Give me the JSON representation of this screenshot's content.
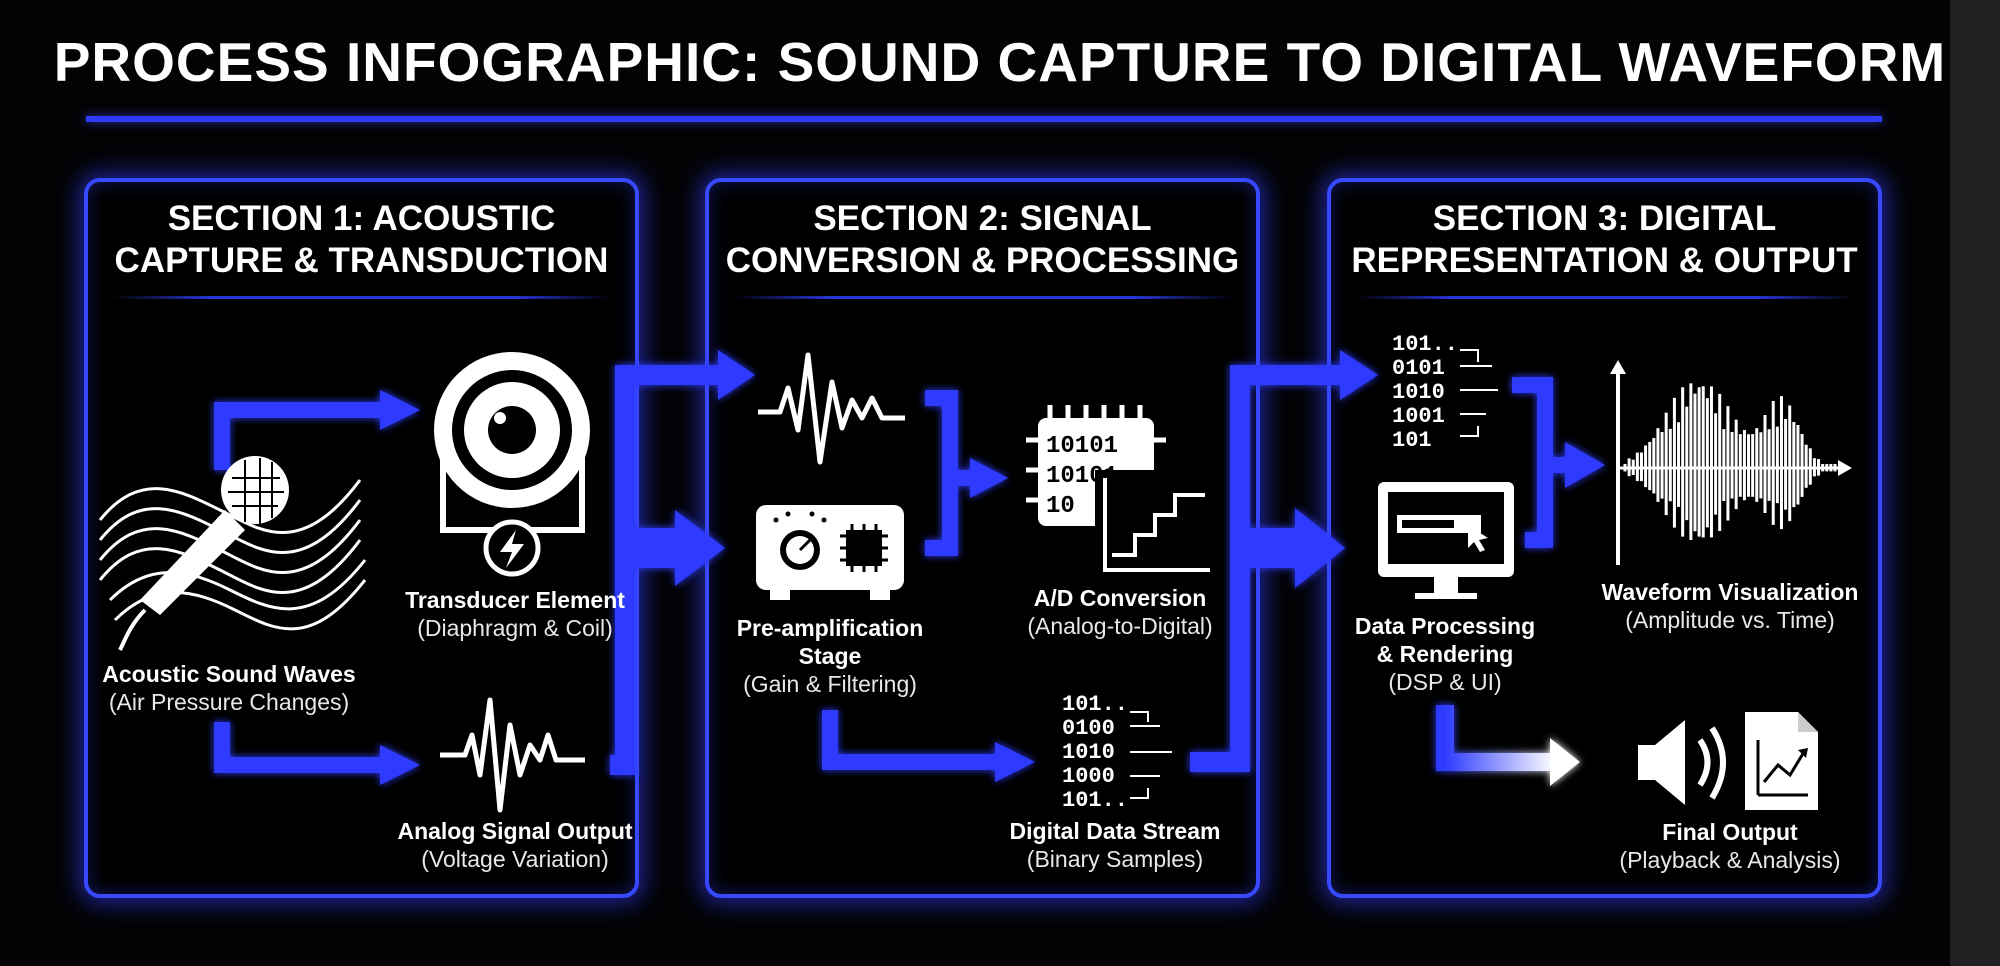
{
  "title": "PROCESS INFOGRAPHIC: SOUND CAPTURE TO DIGITAL WAVEFORM",
  "colors": {
    "accent": "#2d3bff",
    "glow": "#3848ff",
    "background": "#030305",
    "text": "#ffffff"
  },
  "sections": [
    {
      "title_line1": "SECTION 1: ACOUSTIC",
      "title_line2": "CAPTURE & TRANSDUCTION",
      "nodes": {
        "sound_waves": {
          "label": "Acoustic Sound Waves",
          "sub": "(Air Pressure Changes)",
          "icon": "microphone-icon"
        },
        "transducer": {
          "label": "Transducer Element",
          "sub": "(Diaphragm & Coil)",
          "icon": "speaker-transducer-icon"
        },
        "analog_signal": {
          "label": "Analog Signal Output",
          "sub": "(Voltage Variation)",
          "icon": "signal-wave-icon"
        }
      }
    },
    {
      "title_line1": "SECTION 2: SIGNAL",
      "title_line2": "CONVERSION & PROCESSING",
      "nodes": {
        "preamp": {
          "label_line1": "Pre-amplification",
          "label_line2": "Stage",
          "sub": "(Gain & Filtering)",
          "icon": "preamp-icon"
        },
        "ad_conversion": {
          "label": "A/D Conversion",
          "sub": "(Analog-to-Digital)",
          "icon": "adc-chip-icon"
        },
        "data_stream": {
          "label": "Digital Data Stream",
          "sub": "(Binary Samples)",
          "icon": "binary-stream-icon"
        },
        "chip_text": [
          "10101",
          "10101",
          "10"
        ],
        "stream_text": [
          "101..",
          "0100",
          "1010",
          "1000",
          "101.."
        ]
      }
    },
    {
      "title_line1": "SECTION 3: DIGITAL",
      "title_line2": "REPRESENTATION & OUTPUT",
      "nodes": {
        "data_processing": {
          "label_line1": "Data Processing",
          "label_line2": "& Rendering",
          "sub": "(DSP & UI)",
          "icon": "monitor-icon"
        },
        "waveform": {
          "label": "Waveform Visualization",
          "sub": "(Amplitude vs. Time)",
          "icon": "waveform-icon"
        },
        "final_output": {
          "label": "Final Output",
          "sub": "(Playback & Analysis)",
          "icon": "speaker-report-icon"
        },
        "stream_text": [
          "101..",
          "0101",
          "1010",
          "1001",
          "101"
        ]
      }
    }
  ]
}
